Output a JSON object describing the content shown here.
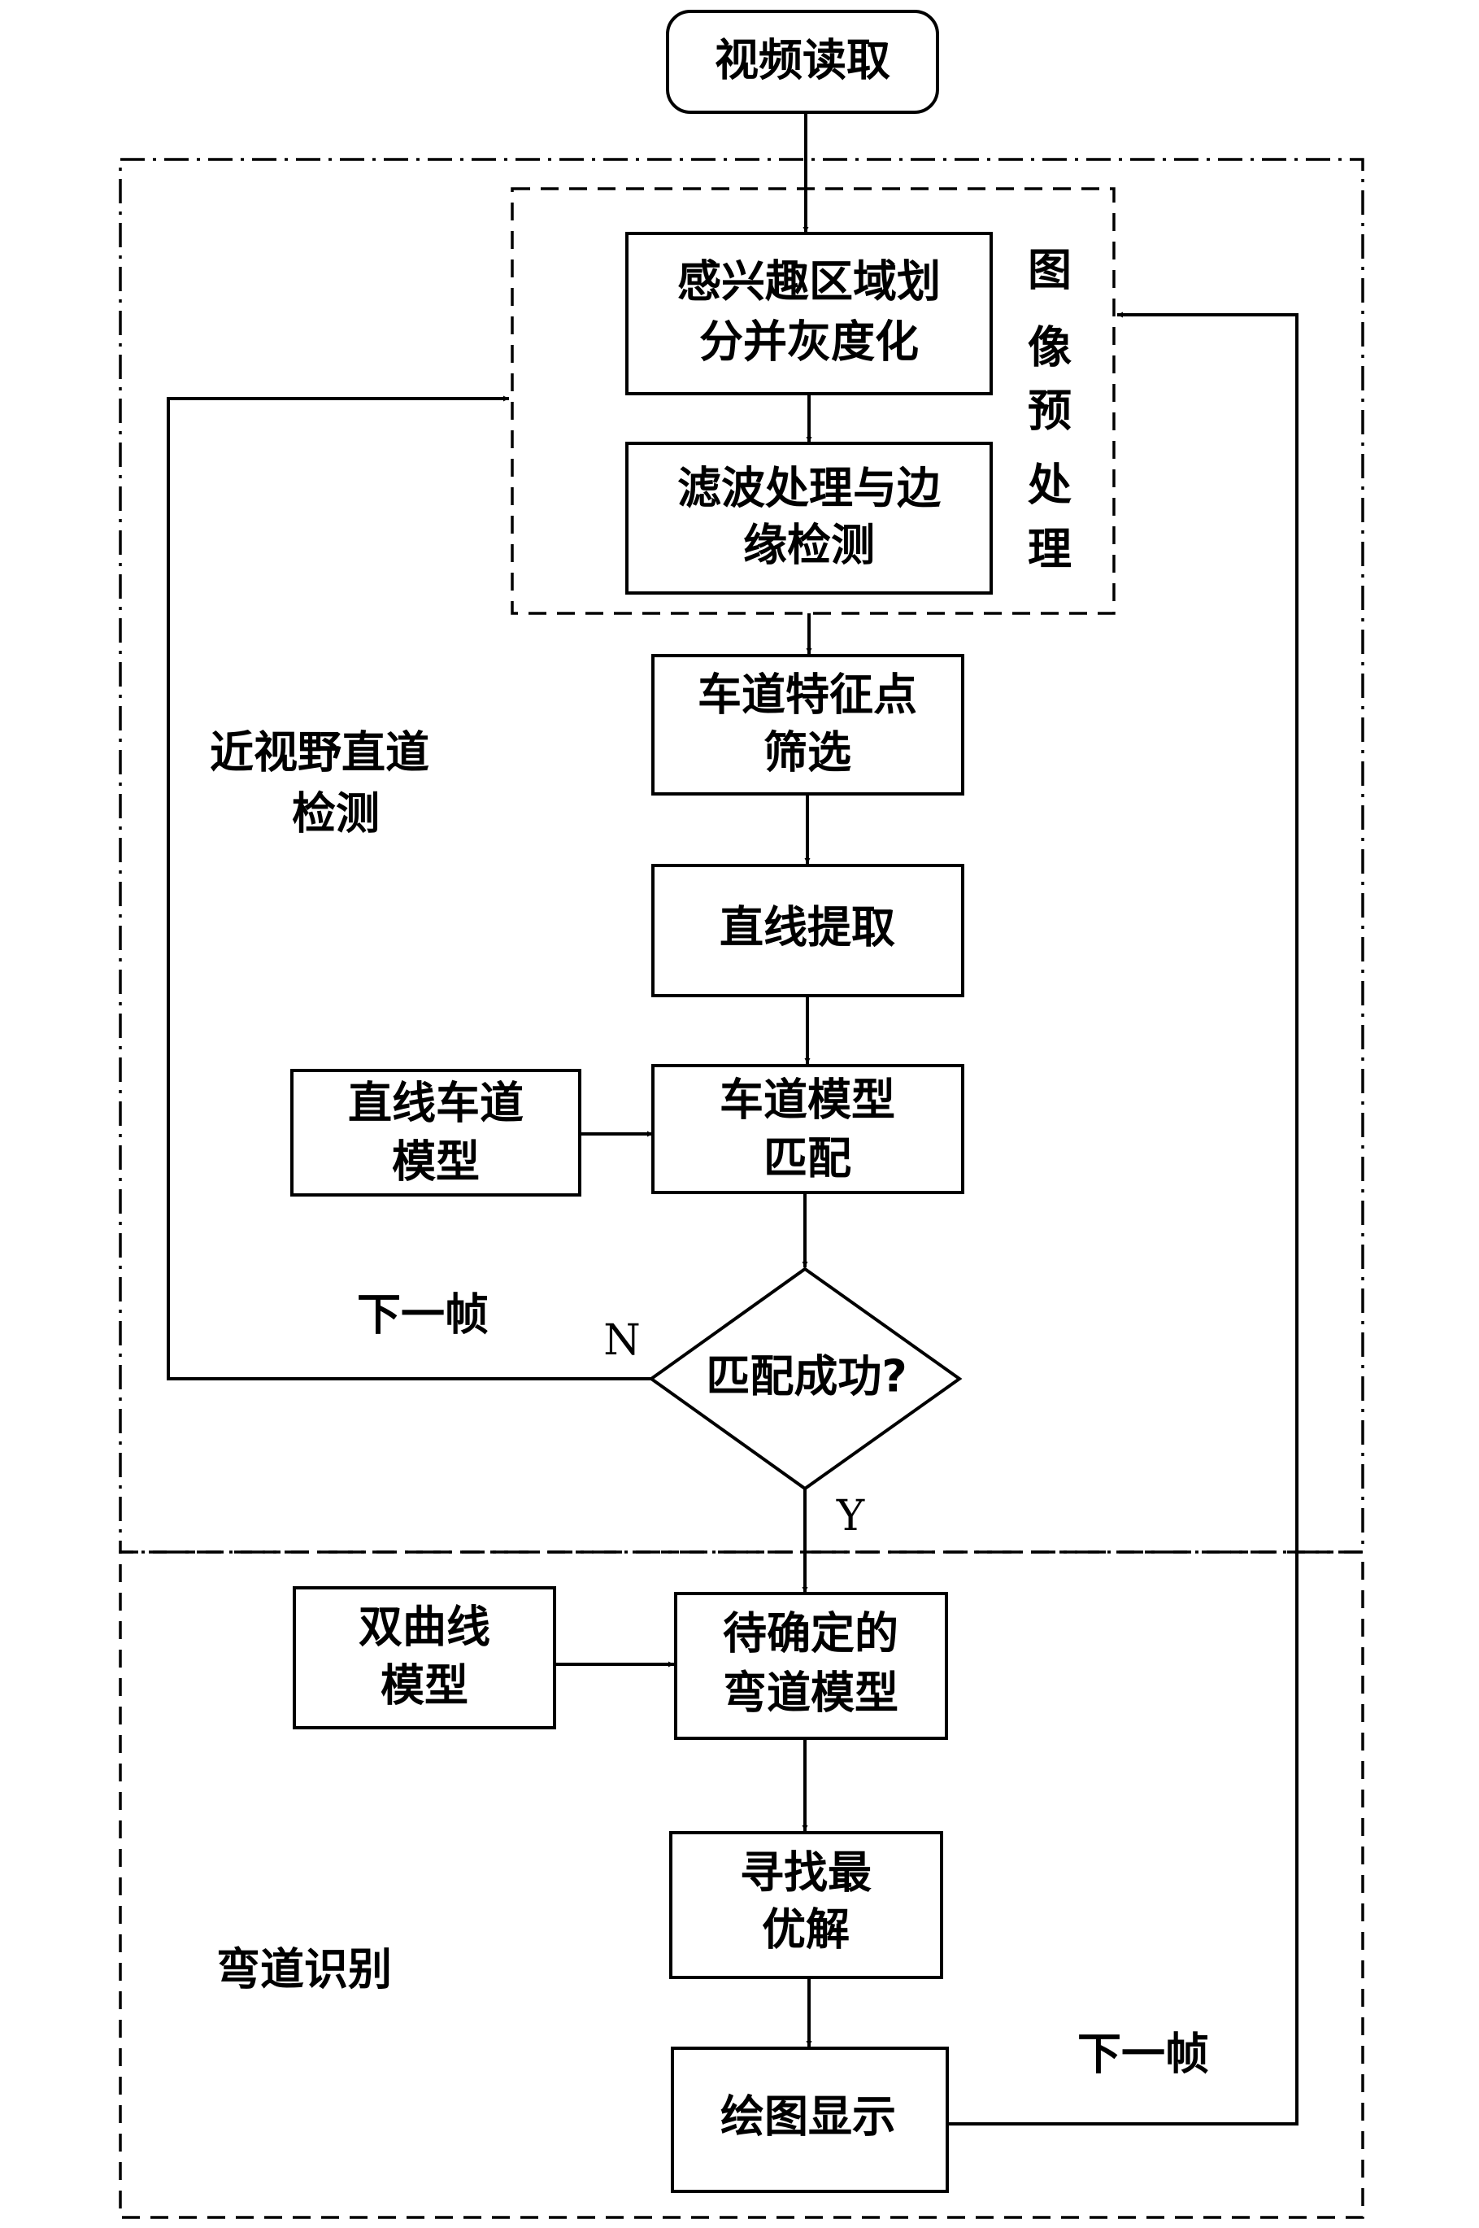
{
  "nodes": {
    "video_read": [
      "视频读取"
    ],
    "roi_gray": [
      "感兴趣区域划",
      "分并灰度化"
    ],
    "filter_edge": [
      "滤波处理与边",
      "缘检测"
    ],
    "feature_select": [
      "车道特征点",
      "筛选"
    ],
    "line_extract": [
      "直线提取"
    ],
    "straight_model": [
      "直线车道",
      "模型"
    ],
    "model_match": [
      "车道模型",
      "匹配"
    ],
    "match_success": [
      "匹配成功?"
    ],
    "hyperbola_model": [
      "双曲线",
      "模型"
    ],
    "curve_model": [
      "待确定的",
      "弯道模型"
    ],
    "optimal": [
      "寻找最",
      "优解"
    ],
    "draw_display": [
      "绘图显示"
    ]
  },
  "regions": {
    "preprocess": [
      "图",
      "像",
      "预",
      "处",
      "理"
    ],
    "near_straight": [
      "近视野直道",
      "检测"
    ],
    "curve_recognition": [
      "弯道识别"
    ]
  },
  "edge_labels": {
    "no": "N",
    "yes": "Y",
    "next_frame_left": "下一帧",
    "next_frame_right": "下一帧"
  }
}
